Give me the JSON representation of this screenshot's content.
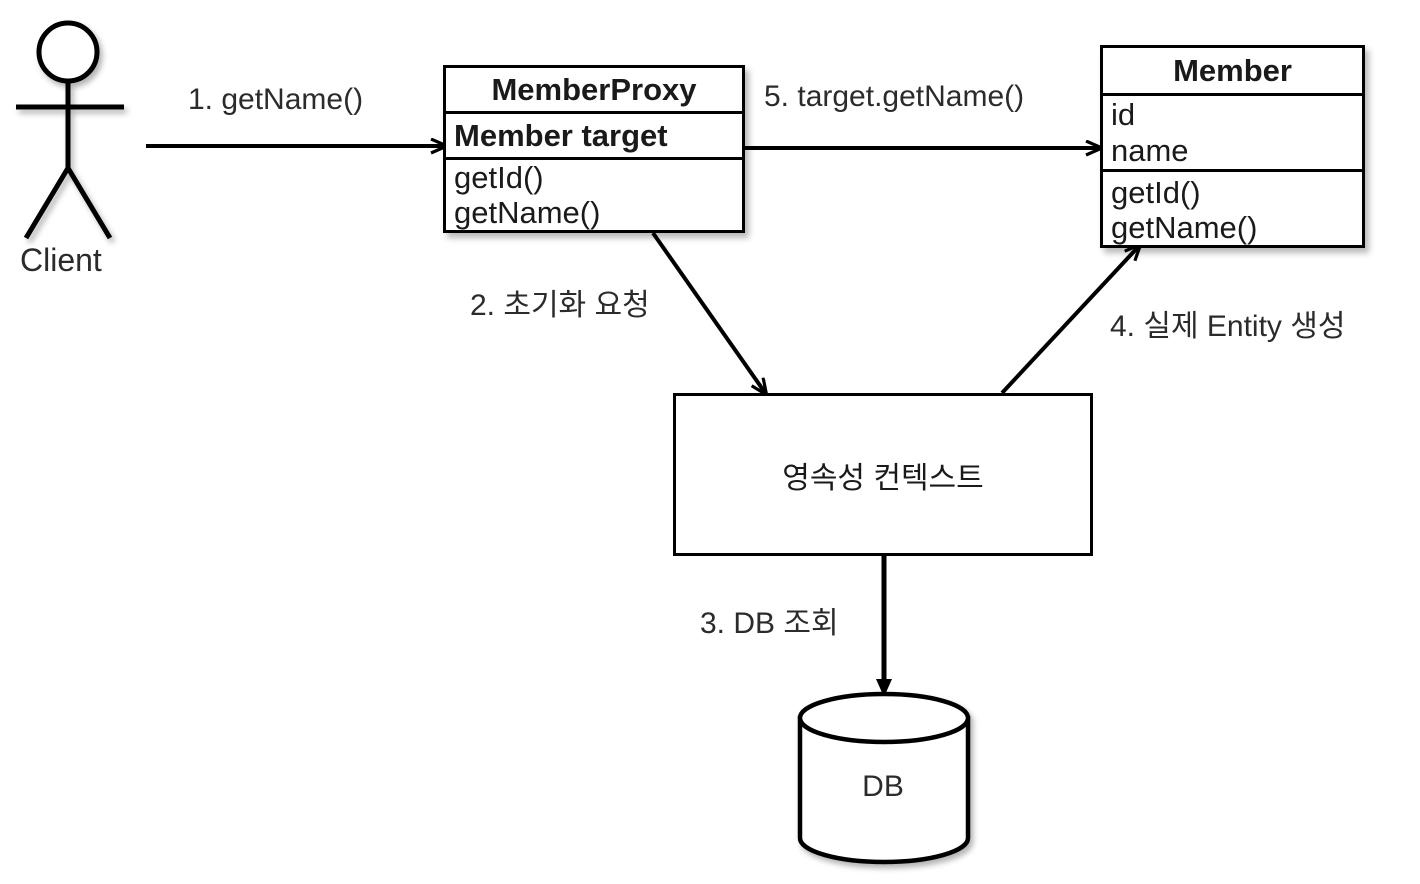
{
  "diagram": {
    "title": "JPA lazy loading proxy sequence diagram",
    "colors": {
      "stroke": "#000000",
      "text": "#2b2b2b",
      "background": "#ffffff"
    },
    "actor": {
      "label": "Client",
      "icon": "stick-figure-actor-icon"
    },
    "classes": [
      {
        "name": "MemberProxy",
        "attributes_bold": "Member target",
        "operations": [
          "getId()",
          "getName()"
        ]
      },
      {
        "name": "Member",
        "attributes": [
          "id",
          "name"
        ],
        "operations": [
          "getId()",
          "getName()"
        ]
      }
    ],
    "nodes": {
      "persistence_context": "영속성 컨텍스트",
      "database": "DB"
    },
    "messages": [
      {
        "order": "1",
        "label": "1. getName()"
      },
      {
        "order": "2",
        "label": "2. 초기화 요청"
      },
      {
        "order": "3",
        "label": "3. DB 조회"
      },
      {
        "order": "4",
        "label": "4. 실제 Entity 생성"
      },
      {
        "order": "5",
        "label": "5. target.getName()"
      }
    ]
  }
}
